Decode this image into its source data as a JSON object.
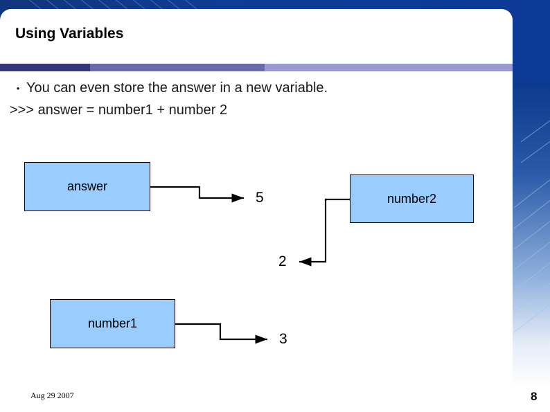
{
  "slide": {
    "title": "Using Variables",
    "bullet": "You can even store the answer in a new variable.",
    "code_line": ">>> answer = number1 + number 2",
    "footer_date": "Aug 29 2007",
    "page_number": "8"
  },
  "colors": {
    "box_fill": "#99ccff",
    "box_stroke": "#000000",
    "rule_segment_1": "#35357a",
    "rule_segment_2": "#6a6aa8",
    "rule_segment_3": "#9a9ad0",
    "background_blue": "#0d3a8c",
    "card_background": "#ffffff"
  },
  "diagram": {
    "boxes": [
      {
        "id": "answer",
        "label": "answer"
      },
      {
        "id": "number2",
        "label": "number2"
      },
      {
        "id": "number1",
        "label": "number1"
      }
    ],
    "values": [
      {
        "id": "answer-value",
        "label": "5"
      },
      {
        "id": "number2-value",
        "label": "2"
      },
      {
        "id": "number1-value",
        "label": "3"
      }
    ]
  }
}
